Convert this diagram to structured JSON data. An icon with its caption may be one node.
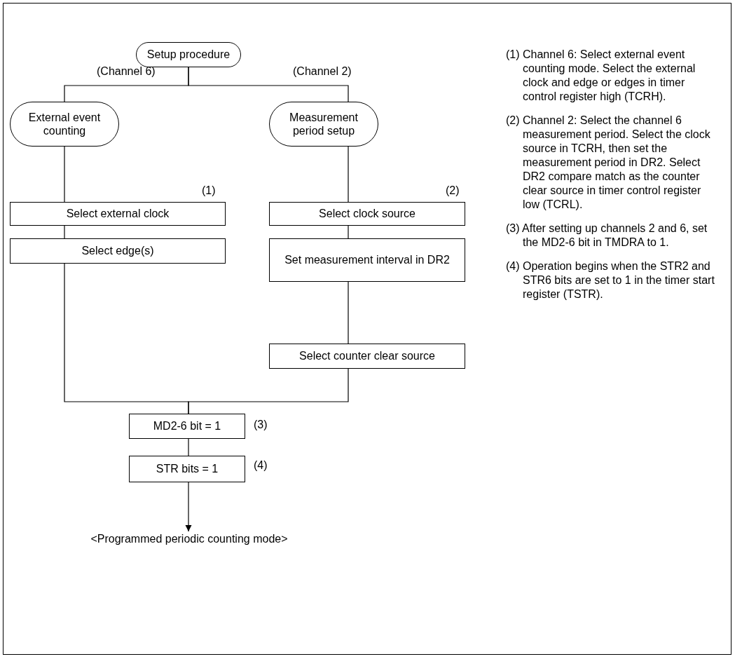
{
  "diagram": {
    "nodes": [
      {
        "text": [
          "Setup procedure"
        ]
      },
      {
        "text": [
          "External event counting"
        ]
      },
      {
        "text": [
          "Measurement period setup"
        ]
      },
      {
        "text": [
          "Select external clock"
        ],
        "beside": [
          "(1)"
        ]
      },
      {
        "text": [
          "Select edge(s)"
        ]
      },
      {
        "text": [
          "Select clock source"
        ],
        "beside": [
          "(2)"
        ]
      },
      {
        "text": [
          "Set measurement interval in DR2"
        ]
      },
      {
        "text": [
          "Select counter clear source"
        ]
      },
      {
        "text": [
          "MD2-6 bit = 1"
        ],
        "beside": [
          "(3)"
        ]
      },
      {
        "text": [
          "STR bits = 1"
        ],
        "beside": [
          "(4)"
        ]
      },
      {
        "text": [
          "<Programmed periodic counting mode>"
        ]
      }
    ],
    "edges": [
      {
        "from": 0,
        "to": 1,
        "arrow": "none",
        "label": "(Channel 6)"
      },
      {
        "from": 0,
        "to": 2,
        "arrow": "none",
        "label": "(Channel 2)"
      },
      {
        "from": 1,
        "to": 3,
        "arrow": "none"
      },
      {
        "from": 3,
        "to": 4,
        "arrow": "none"
      },
      {
        "from": 2,
        "to": 5,
        "arrow": "none"
      },
      {
        "from": 5,
        "to": 6,
        "arrow": "none"
      },
      {
        "from": 6,
        "to": 7,
        "arrow": "none"
      },
      {
        "from": 4,
        "to": 8,
        "arrow": "none"
      },
      {
        "from": 7,
        "to": 8,
        "arrow": "none"
      },
      {
        "from": 8,
        "to": 9,
        "arrow": "none"
      },
      {
        "from": 9,
        "to": 10,
        "arrow": "to"
      }
    ],
    "labels": [
      "(1) Channel 6: Select external event counting mode. Select the external clock and edge or edges in timer control register high (TCRH).",
      "(2) Channel 2: Select the channel 6 measurement period.  Select the clock source in TCRH, then set the measurement period in DR2. Select DR2 compare match as the counter clear source in timer control register low (TCRL).",
      "(3) After setting up channels 2 and 6, set the MD2-6 bit in TMDRA to 1.",
      "(4) Operation begins when the STR2 and STR6 bits are set to 1 in the timer start register (TSTR)."
    ]
  }
}
